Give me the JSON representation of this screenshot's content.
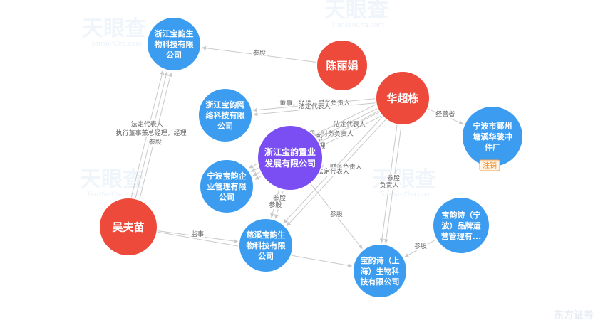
{
  "watermark": {
    "text": "天眼查",
    "sub": "TianYanCha.com"
  },
  "corner_logo": "东方证券",
  "colors": {
    "company": "#3b9cf0",
    "person": "#ee4a3c",
    "center": "#7a4ef2",
    "edge": "#c9c9c9",
    "badge": "#f08a24"
  },
  "nodes": [
    {
      "id": "n1",
      "lines": [
        "浙江宝韵生",
        "物科技有限",
        "公司"
      ],
      "kind": "company"
    },
    {
      "id": "n2",
      "lines": [
        "陈丽娟"
      ],
      "kind": "person"
    },
    {
      "id": "n3",
      "lines": [
        "华超栋"
      ],
      "kind": "person"
    },
    {
      "id": "n4",
      "lines": [
        "浙江宝韵网",
        "络科技有限",
        "公司"
      ],
      "kind": "company"
    },
    {
      "id": "n5",
      "lines": [
        "浙江宝韵置业",
        "发展有限公司"
      ],
      "kind": "center"
    },
    {
      "id": "n6",
      "lines": [
        "宁波市鄞州",
        "塘溪华骏冲",
        "件厂"
      ],
      "kind": "company",
      "badge": "注销"
    },
    {
      "id": "n7",
      "lines": [
        "宁波宝韵企",
        "业管理有限",
        "公司"
      ],
      "kind": "company"
    },
    {
      "id": "n8",
      "lines": [
        "吴夫苗"
      ],
      "kind": "person"
    },
    {
      "id": "n9",
      "lines": [
        "慈溪宝韵生",
        "物科技有限",
        "公司"
      ],
      "kind": "company"
    },
    {
      "id": "n10",
      "lines": [
        "宝韵诗（宁",
        "波）品牌运",
        "营管理有..."
      ],
      "kind": "company"
    },
    {
      "id": "n11",
      "lines": [
        "宝韵诗（上",
        "海）生物科",
        "技有限公司"
      ],
      "kind": "company"
    }
  ],
  "edges": [
    {
      "from": "n2",
      "to": "n1",
      "label": "参股"
    },
    {
      "from": "n3",
      "to": "n4",
      "label": "董事，经理，财务负责人"
    },
    {
      "from": "n3",
      "to": "n4",
      "label": "法定代表人"
    },
    {
      "from": "n3",
      "to": "n6",
      "label": "经营者"
    },
    {
      "from": "n3",
      "to": "n5",
      "label": "法定代表人"
    },
    {
      "from": "n3",
      "to": "n7",
      "label": "董事，经理，财务负责人"
    },
    {
      "from": "n3",
      "to": "n7",
      "label": "参股"
    },
    {
      "from": "n3",
      "to": "n7",
      "label": "参股"
    },
    {
      "from": "n3",
      "to": "n7",
      "label": "董事经理"
    },
    {
      "from": "n3",
      "to": "n9",
      "label": "经理，财务负责人"
    },
    {
      "from": "n3",
      "to": "n9",
      "label": "法定代表人"
    },
    {
      "from": "n3",
      "to": "n11",
      "label": "参股"
    },
    {
      "from": "n3",
      "to": "n11",
      "label": "负责人"
    },
    {
      "from": "n8",
      "to": "n1",
      "label": "法定代表人"
    },
    {
      "from": "n8",
      "to": "n1",
      "label": "执行董事兼总经理，经理"
    },
    {
      "from": "n8",
      "to": "n1",
      "label": "参股"
    },
    {
      "from": "n8",
      "to": "n9",
      "label": "监事"
    },
    {
      "from": "n8",
      "to": "n11",
      "label": "参股"
    },
    {
      "from": "n5",
      "to": "n9",
      "label": "参股"
    },
    {
      "from": "n5",
      "to": "n11",
      "label": "参股"
    },
    {
      "from": "n5",
      "to": "n9",
      "label": "参股"
    },
    {
      "from": "n10",
      "to": "n11",
      "label": "参股"
    }
  ]
}
